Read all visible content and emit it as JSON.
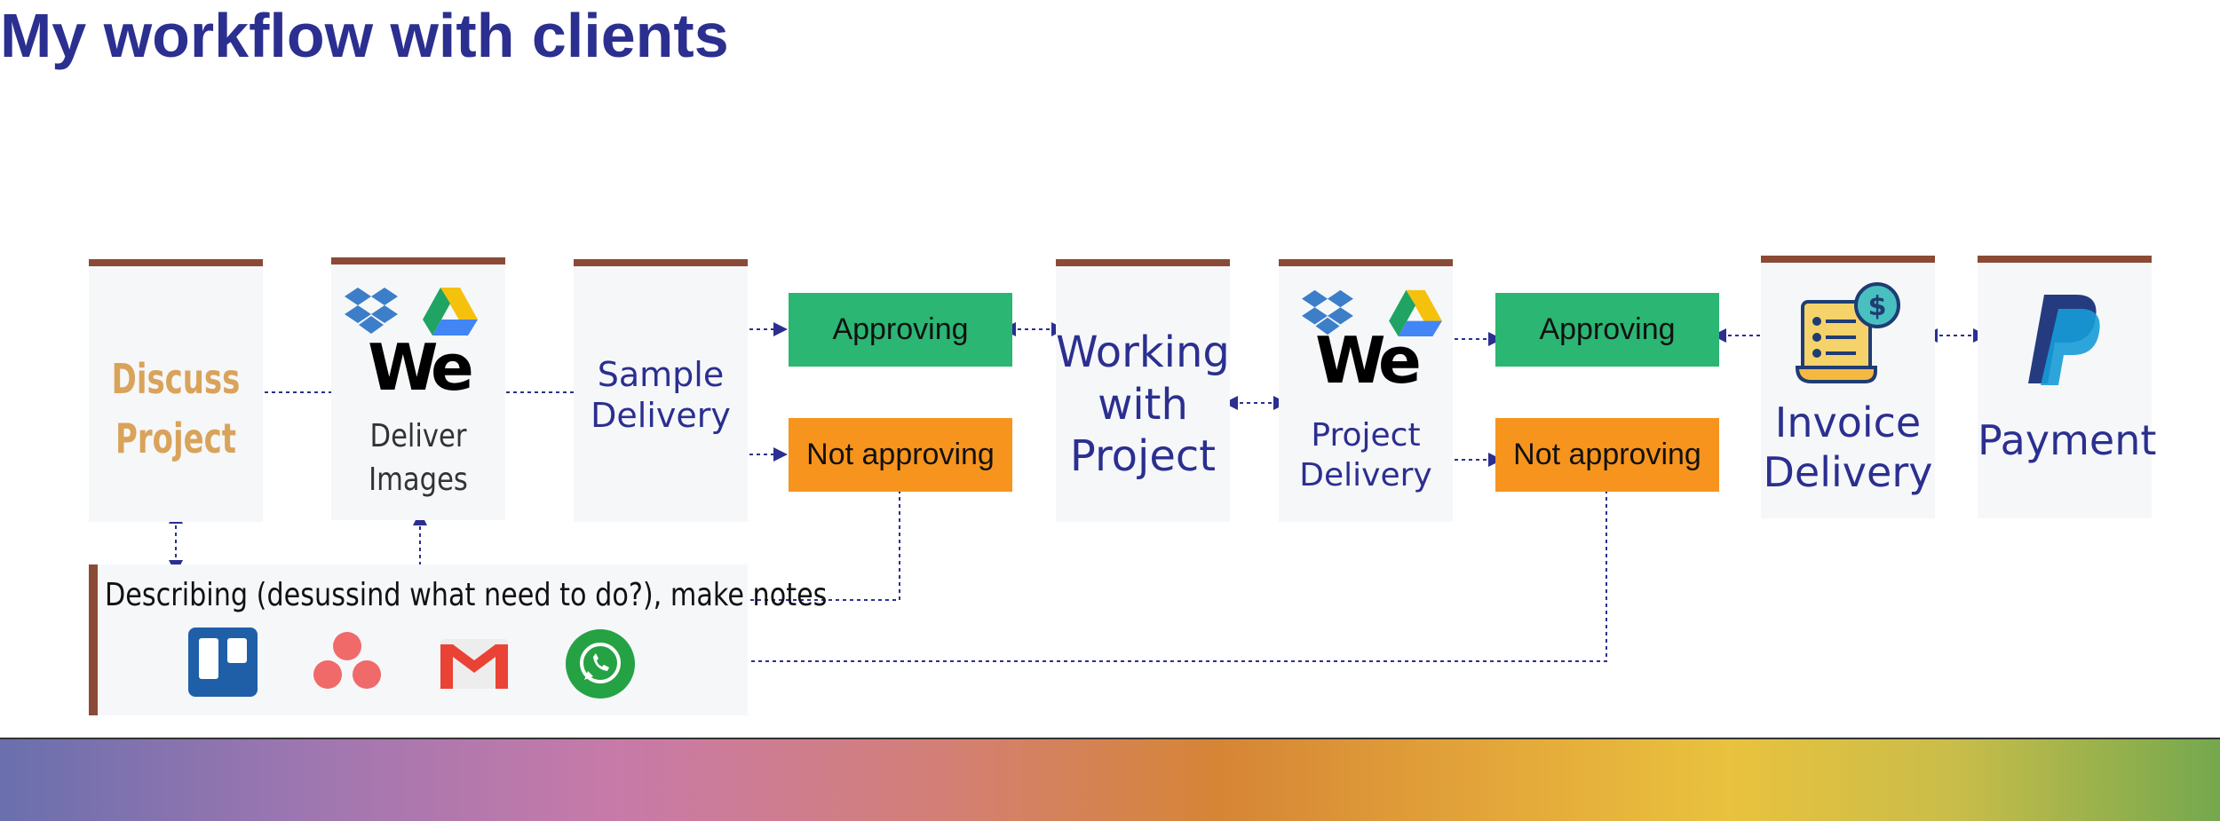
{
  "title": "My workflow with clients",
  "steps": {
    "discuss": {
      "line1": "Discuss",
      "line2": "Project"
    },
    "deliver_images": {
      "line1": "Deliver",
      "line2": "Images",
      "logo": "We"
    },
    "sample_delivery": {
      "line1": "Sample",
      "line2": "Delivery"
    },
    "working": {
      "line1": "Working",
      "line2": "with",
      "line3": "Project"
    },
    "project_delivery": {
      "line1": "Project",
      "line2": "Delivery",
      "logo": "We"
    },
    "invoice": {
      "line1": "Invoice",
      "line2": "Delivery"
    },
    "payment": {
      "label": "Payment"
    }
  },
  "decisions": {
    "approve_1": "Approving",
    "not_approve_1": "Not approving",
    "approve_2": "Approving",
    "not_approve_2": "Not approving"
  },
  "notes": {
    "text": "Describing (desussind what need to do?), make notes"
  },
  "icons": [
    "dropbox-icon",
    "google-drive-icon",
    "wetransfer-icon",
    "trello-icon",
    "asana-icon",
    "gmail-icon",
    "whatsapp-icon",
    "invoice-icon",
    "paypal-icon"
  ],
  "colors": {
    "title": "#2b2f8f",
    "approve": "#2bb673",
    "not_approve": "#f7941d",
    "accent_bar": "#8b4a35",
    "discuss": "#d9a35a"
  }
}
